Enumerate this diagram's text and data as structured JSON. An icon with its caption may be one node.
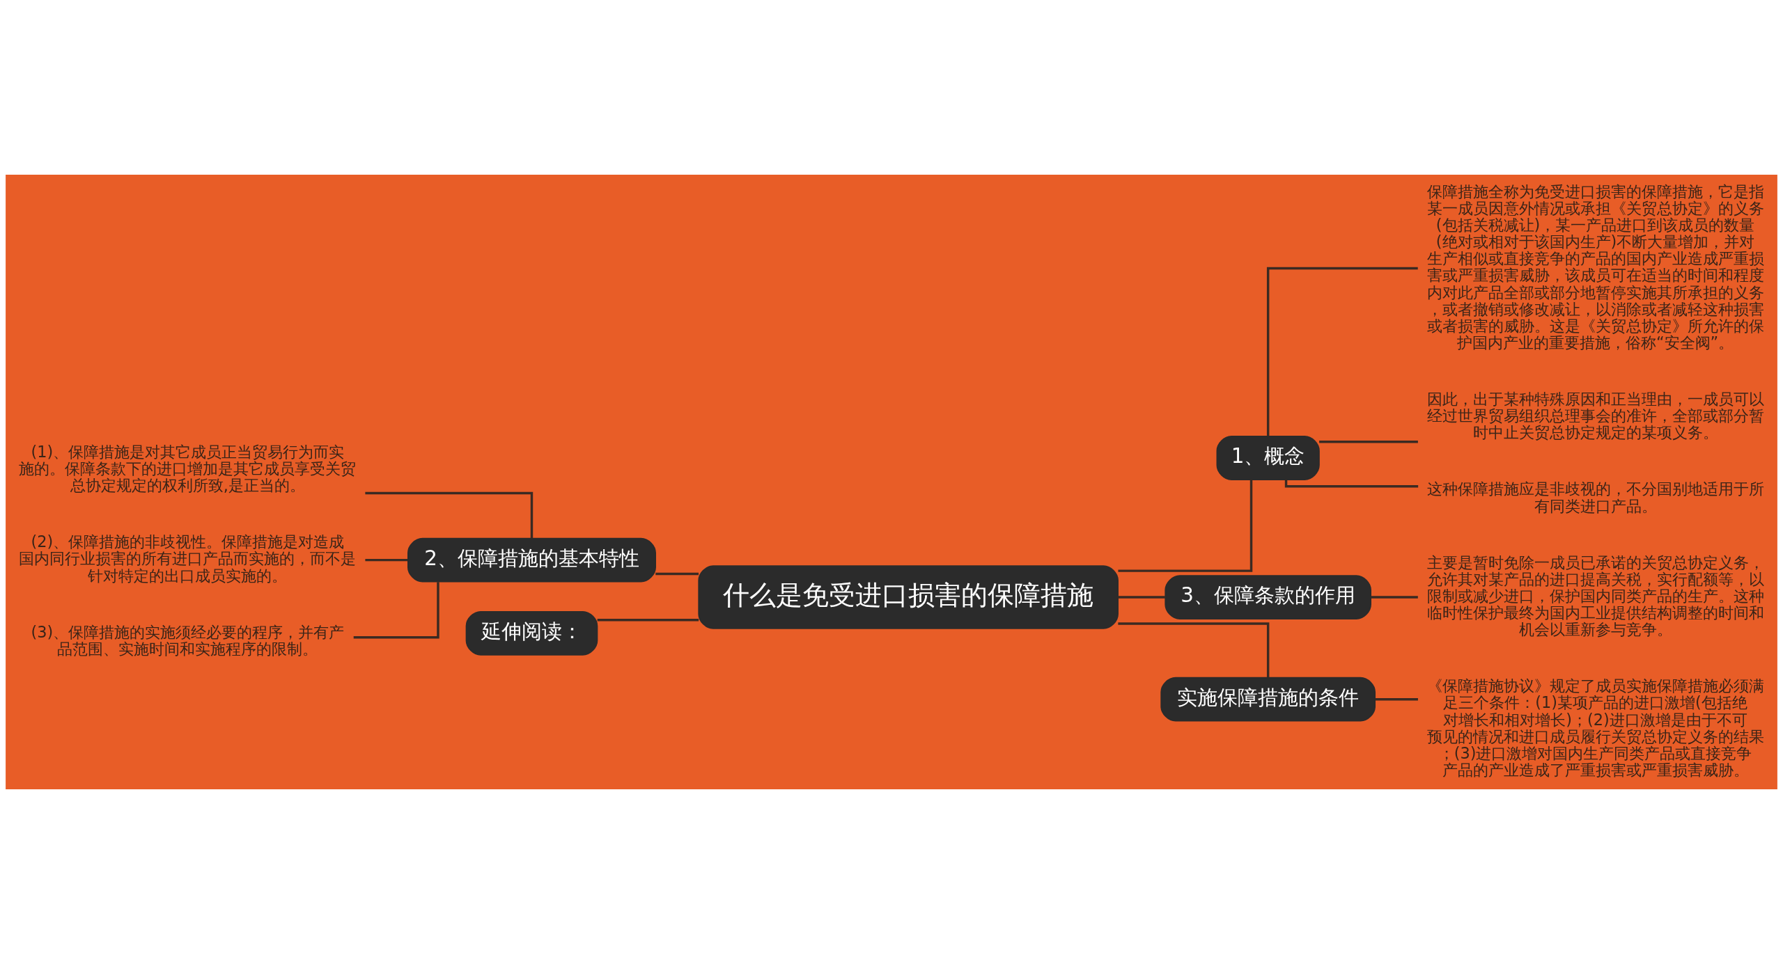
{
  "diagram": {
    "nodes": [
      {
        "text": [
          "什么是免受进口损害的保障措施"
        ]
      },
      {
        "text": [
          "1、概念"
        ]
      },
      {
        "text": [
          "保障措施全称为免受进口损害的保障措施，它是指某一成员因意外情况或承担《关贸总协定》的义务(包括关税减让)，某一产品进口到该成员的数量(绝对或相对于该国内生产)不断大量增加，并对生产相似或直接竞争的产品的国内产业造成严重损害或严重损害威胁，该成员可在适当的时间和程度内对此产品全部或部分地暂停实施其所承担的义务，或者撤销或修改减让，以消除或者减轻这种损害或者损害的威胁。这是《关贸总协定》所允许的保护国内产业的重要措施，俗称“安全阀”。"
        ]
      },
      {
        "text": [
          "因此，出于某种特殊原因和正当理由，一成员可以经过世界贸易组织总理事会的准许，全部或部分暂时中止关贸总协定规定的某项义务。"
        ]
      },
      {
        "text": [
          "这种保障措施应是非歧视的，不分国别地适用于所有同类进口产品。"
        ]
      },
      {
        "text": [
          "2、保障措施的基本特性"
        ]
      },
      {
        "text": [
          "(1)、保障措施是对其它成员正当贸易行为而实施的。保障条款下的进口增加是其它成员享受关贸总协定规定的权利所致,是正当的。"
        ]
      },
      {
        "text": [
          "(2)、保障措施的非歧视性。保障措施是对造成国内同行业损害的所有进口产品而实施的，而不是针对特定的出口成员实施的。"
        ]
      },
      {
        "text": [
          "(3)、保障措施的实施须经必要的程序，并有产品范围、实施时间和实施程序的限制。"
        ]
      },
      {
        "text": [
          "延伸阅读："
        ]
      },
      {
        "text": [
          "3、保障条款的作用"
        ]
      },
      {
        "text": [
          "主要是暂时免除一成员已承诺的关贸总协定义务，允许其对某产品的进口提高关税，实行配额等，以限制或减少进口，保护国内同类产品的生产。这种临时性保护最终为国内工业提供结构调整的时间和机会以重新参与竞争。"
        ]
      },
      {
        "text": [
          "实施保障措施的条件"
        ]
      },
      {
        "text": [
          "《保障措施协议》规定了成员实施保障措施必须满足三个条件：(1)某项产品的进口激增(包括绝对增长和相对增长)；(2)进口激增是由于不可预见的情况和进口成员履行关贸总协定义务的结果；(3)进口激增对国内生产同类产品或直接竞争产品的产业造成了严重损害或严重损害威胁。"
        ]
      }
    ],
    "edges": [
      {
        "from": 0,
        "to": 1,
        "arrow": "none"
      },
      {
        "from": 1,
        "to": 2,
        "arrow": "none"
      },
      {
        "from": 1,
        "to": 3,
        "arrow": "none"
      },
      {
        "from": 1,
        "to": 4,
        "arrow": "none"
      },
      {
        "from": 0,
        "to": 5,
        "arrow": "none"
      },
      {
        "from": 5,
        "to": 6,
        "arrow": "none"
      },
      {
        "from": 5,
        "to": 7,
        "arrow": "none"
      },
      {
        "from": 5,
        "to": 8,
        "arrow": "none"
      },
      {
        "from": 0,
        "to": 9,
        "arrow": "none"
      },
      {
        "from": 0,
        "to": 10,
        "arrow": "none"
      },
      {
        "from": 10,
        "to": 11,
        "arrow": "none"
      },
      {
        "from": 0,
        "to": 12,
        "arrow": "none"
      },
      {
        "from": 12,
        "to": 13,
        "arrow": "none"
      }
    ]
  }
}
